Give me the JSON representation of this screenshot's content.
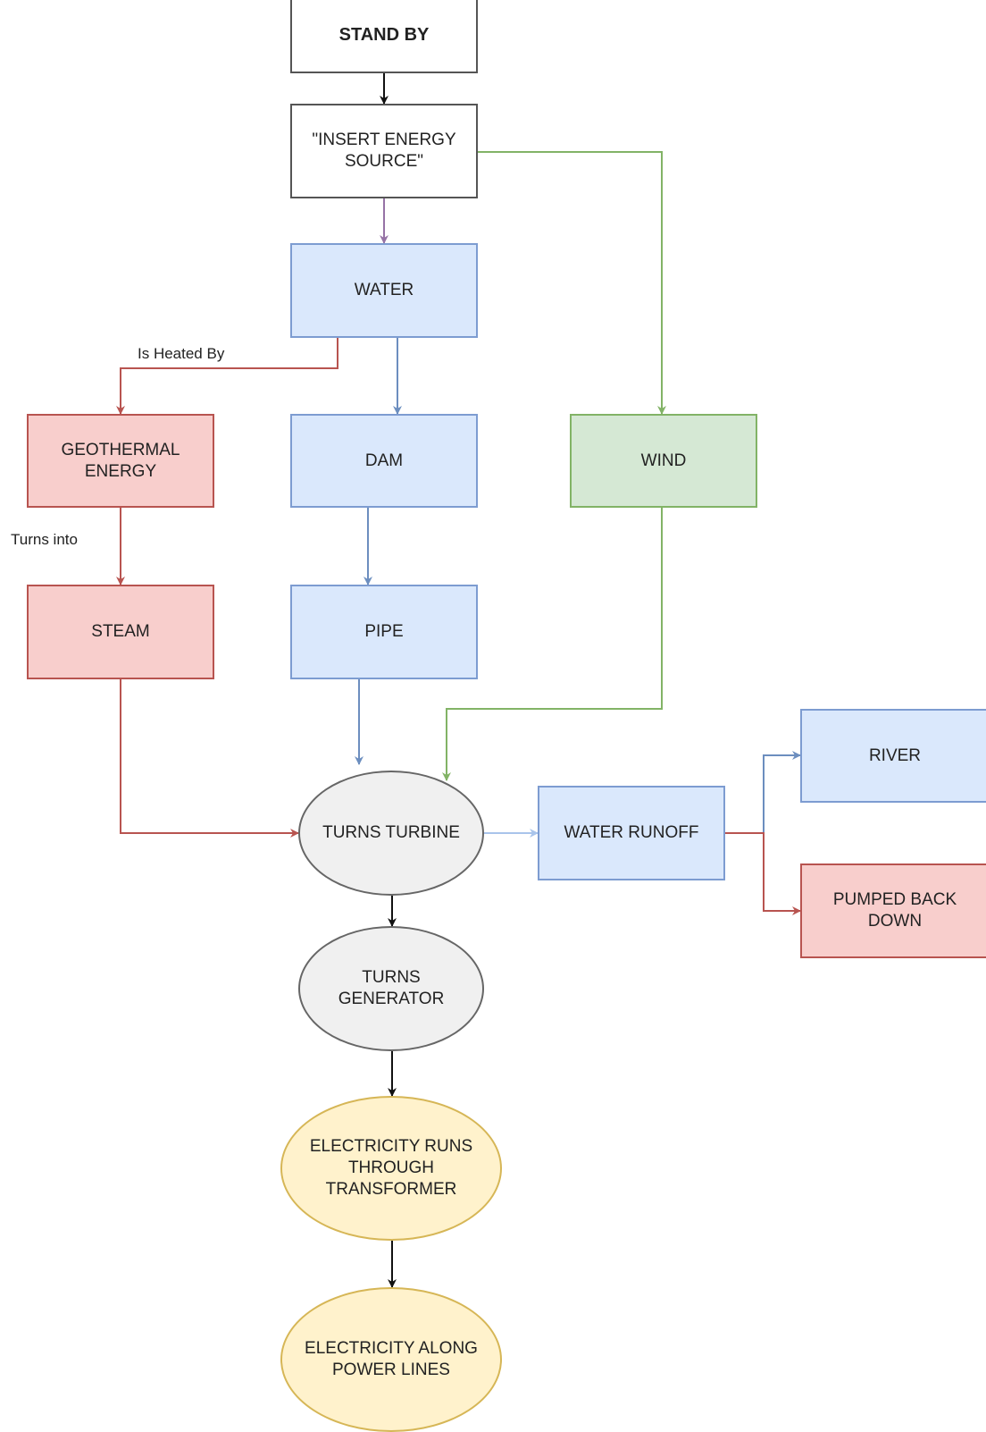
{
  "nodes": {
    "stand_by": "STAND BY",
    "insert_energy_source": "\"INSERT ENERGY\nSOURCE\"",
    "water": "WATER",
    "geothermal_energy": "GEOTHERMAL\nENERGY",
    "dam": "DAM",
    "wind": "WIND",
    "steam": "STEAM",
    "pipe": "PIPE",
    "river": "RIVER",
    "turns_turbine": "TURNS TURBINE",
    "water_runoff": "WATER RUNOFF",
    "pumped_back_down": "PUMPED BACK\nDOWN",
    "turns_generator": "TURNS\nGENERATOR",
    "electricity_transformer": "ELECTRICITY RUNS\nTHROUGH\nTRANSFORMER",
    "electricity_power_lines": "ELECTRICITY ALONG\nPOWER LINES"
  },
  "edge_labels": {
    "is_heated_by": "Is Heated By",
    "turns_into": "Turns into"
  },
  "colors": {
    "black": "#111111",
    "purple": "#9673a6",
    "blue": "#6c8ebf",
    "red": "#b85450",
    "green": "#82b366",
    "light_blue": "#a9c4eb"
  }
}
